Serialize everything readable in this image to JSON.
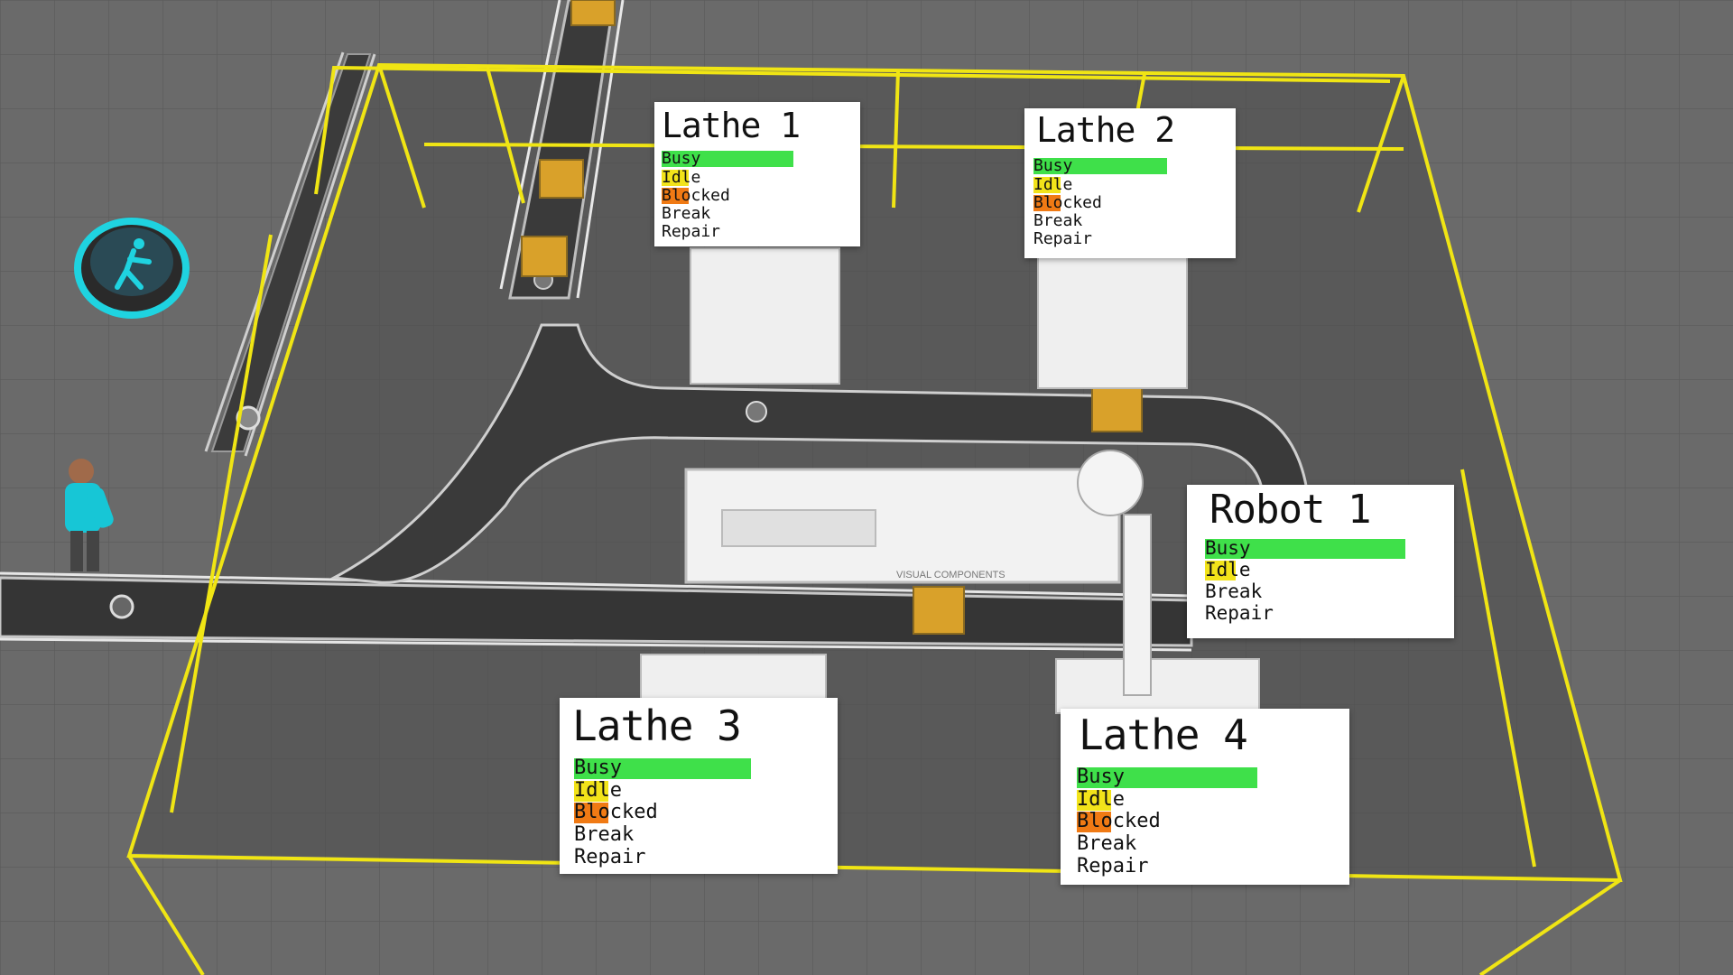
{
  "colors": {
    "floor": "#6a6a6a",
    "fence": "#f0e514",
    "busy": "#3fe04a",
    "idle": "#f2e31a",
    "blocked": "#f07a14",
    "operator_ring": "#1fd3e0",
    "operator_shirt": "#17c6d6"
  },
  "icons": {
    "walkway_marker": "walking-person-icon",
    "logo": "visual-components-logo"
  },
  "logo_text": "VISUAL COMPONENTS",
  "status_levels": {
    "lathe_busy_fill": 0.95,
    "robot_busy_fill": 0.97
  },
  "panels": {
    "lathe1": {
      "title": "Lathe 1",
      "states": [
        "Busy",
        "Idle",
        "Blocked",
        "Break",
        "Repair"
      ]
    },
    "lathe2": {
      "title": "Lathe 2",
      "states": [
        "Busy",
        "Idle",
        "Blocked",
        "Break",
        "Repair"
      ]
    },
    "lathe3": {
      "title": "Lathe 3",
      "states": [
        "Busy",
        "Idle",
        "Blocked",
        "Break",
        "Repair"
      ]
    },
    "lathe4": {
      "title": "Lathe 4",
      "states": [
        "Busy",
        "Idle",
        "Blocked",
        "Break",
        "Repair"
      ]
    },
    "robot1": {
      "title": "Robot 1",
      "states": [
        "Busy",
        "Idle",
        "Break",
        "Repair"
      ]
    }
  }
}
